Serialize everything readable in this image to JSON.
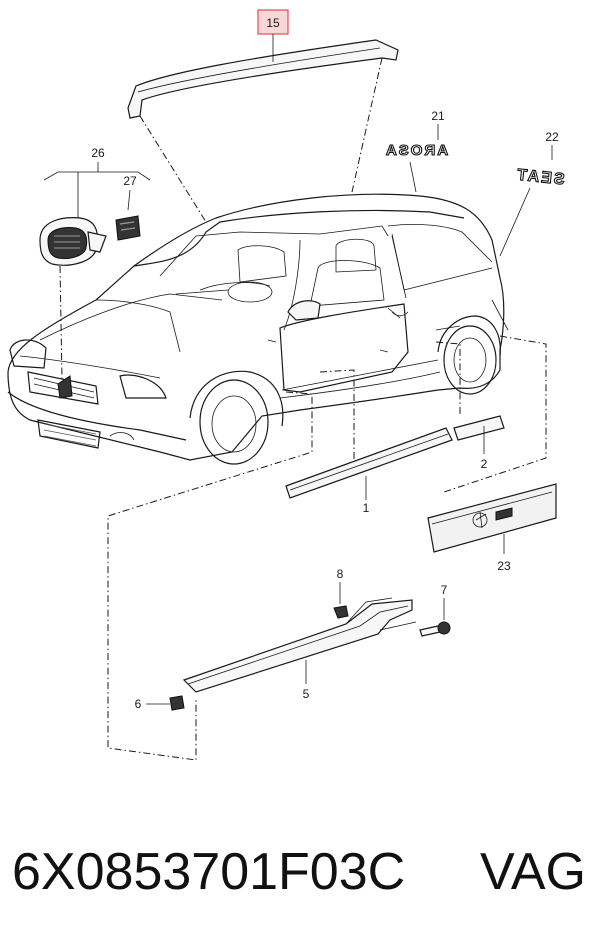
{
  "diagram": {
    "highlight_color": "#e7494f",
    "highlight_fill": "#f8d7d8",
    "callouts": {
      "c15": "15",
      "c21": "21",
      "c22": "22",
      "c26": "26",
      "c27": "27",
      "c1": "1",
      "c2": "2",
      "c23": "23",
      "c8": "8",
      "c7": "7",
      "c5": "5",
      "c6": "6"
    },
    "badges": {
      "arosa": "AROSA",
      "seat": "SEAT"
    }
  },
  "footer": {
    "part_number": "6X0853701F03C",
    "brand": "VAG"
  }
}
